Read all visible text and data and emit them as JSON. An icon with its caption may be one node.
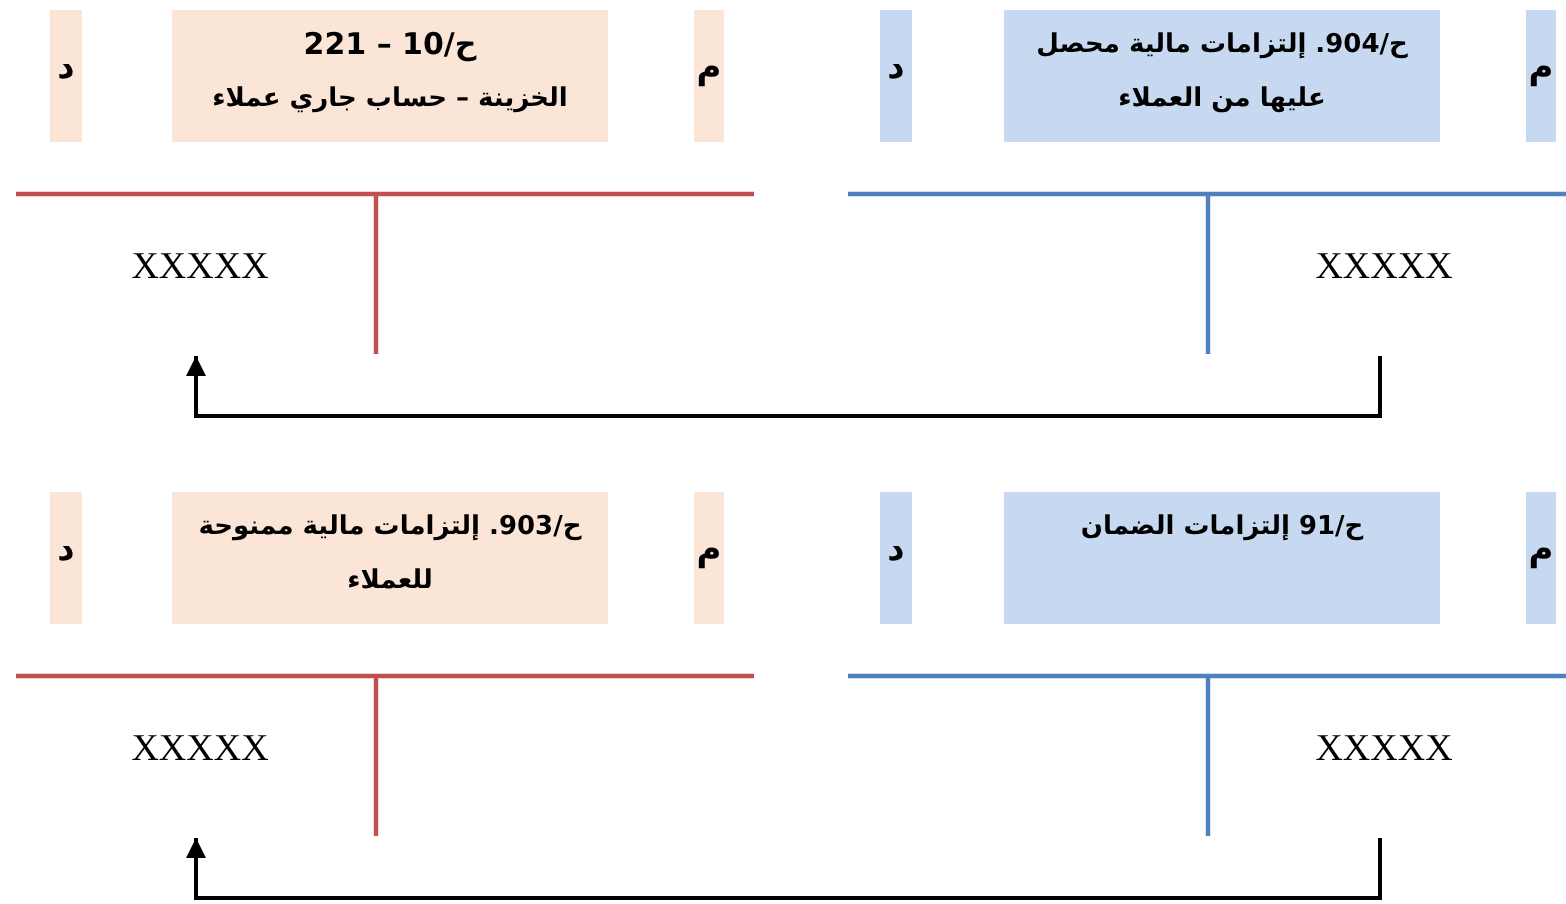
{
  "diagram": {
    "nodes": [
      {
        "text": [
          "د"
        ]
      },
      {
        "text": [
          "ح/10 – 221",
          "الخزينة – حساب جاري عملاء"
        ]
      },
      {
        "text": [
          "م"
        ]
      },
      {
        "text": [
          "د"
        ]
      },
      {
        "text": [
          "ح/904. إلتزامات مالية محصل عليها من العملاء"
        ]
      },
      {
        "text": [
          "م"
        ]
      },
      {
        "text": [
          "XXXXX"
        ]
      },
      {
        "text": [
          "XXXXX"
        ]
      },
      {
        "text": [
          "د"
        ]
      },
      {
        "text": [
          "ح/903. إلتزامات مالية ممنوحة للعملاء"
        ]
      },
      {
        "text": [
          "م"
        ]
      },
      {
        "text": [
          "د"
        ]
      },
      {
        "text": [
          "ح/91 إلتزامات الضمان"
        ]
      },
      {
        "text": [
          "م"
        ]
      },
      {
        "text": [
          "XXXXX"
        ]
      },
      {
        "text": [
          "XXXXX"
        ]
      }
    ],
    "edges": [
      {
        "from": 7,
        "to": 6,
        "arrow": "to"
      },
      {
        "from": 15,
        "to": 14,
        "arrow": "to"
      }
    ]
  }
}
